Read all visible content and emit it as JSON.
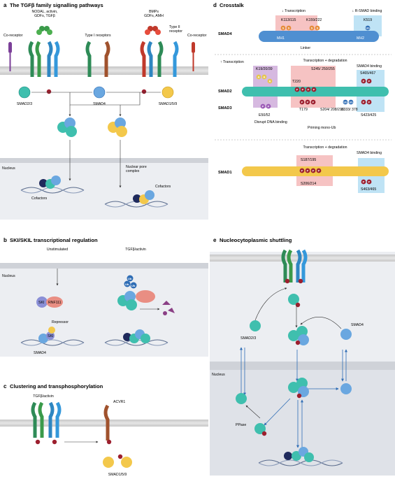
{
  "panel_a": {
    "letter": "a",
    "title": "The TGFβ family signalling pathways",
    "ligands_left": "NODAL, activin, GDFs, TGFβ",
    "ligands_right": "BMPs GDFs, AMH",
    "coreceptor": "Co-receptor",
    "type1": "Type I receptors",
    "type2": "Type II receptor",
    "smad23": "SMAD2/3",
    "smad4": "SMAD4",
    "smad159": "SMAD1/5/9",
    "nucleus": "Nucleus",
    "npc": "Nuclear pore complex",
    "cofactors": "Cofactors",
    "p": "P"
  },
  "panel_b": {
    "letter": "b",
    "title": "SKI/SKIL transcriptional regulation",
    "unstimulated": "Unstimulated",
    "tgfb": "TGFβ/activin",
    "nucleus": "Nucleus",
    "ski": "SKI",
    "rnf111": "RNF111",
    "repressor": "Repressor",
    "smad4": "SMAD4",
    "ub": "Ub"
  },
  "panel_c": {
    "letter": "c",
    "title": "Clustering and transphosphorylation",
    "tgfb": "TGFβ/activin",
    "acvr1": "ACVR1",
    "smad159": "SMAD1/5/9"
  },
  "panel_d": {
    "letter": "d",
    "title": "Crosstalk",
    "arrow_transcription": "↓ Transcription",
    "arrow_rsmad": "↓ R-SMAD binding",
    "smad4": "SMAD4",
    "k113": "K113/115",
    "k159": "K159/222",
    "k519": "K519",
    "mh1": "MH1",
    "linker": "Linker",
    "mh2": "MH2",
    "up_transcription": "↑ Transcription",
    "trans_deg": "Transcription + degradation",
    "smad4_binding": "SMAD4 binding",
    "k19": "K19/20/39",
    "t220": "T220",
    "s245": "S245/ 250/255",
    "s465": "S465/467",
    "smad2": "SMAD2",
    "smad3": "SMAD3",
    "e50": "E50/52",
    "t179": "T179",
    "s204": "S204/ 208/213",
    "k333": "K333/ 378",
    "s423": "S423/425",
    "disrupt": "Disrupt DNA binding",
    "priming": "Priming mono-Ub",
    "smad1": "SMAD1",
    "s187": "S187/195",
    "s206": "S206/214",
    "s463": "S463/465",
    "ub": "Ub",
    "a": "A",
    "s": "S",
    "p": "P"
  },
  "panel_e": {
    "letter": "e",
    "title": "Nucleocytoplasmic shuttling",
    "smad23": "SMAD2/3",
    "smad4": "SMAD4",
    "nucleus": "Nucleus",
    "ppase": "PPase"
  },
  "colors": {
    "membrane": "#d4d4d4",
    "nucleus_bg": "#eceef2",
    "smad23": "#3fbfae",
    "smad4": "#6aa7e0",
    "smad159": "#f3c84b",
    "phospho": "#9c1f2e",
    "ubiquitin": "#2f6db5",
    "ski": "#8a8fd6",
    "rnf111": "#e98e83",
    "sumo": "#e58c3a",
    "acetyl": "#e6c64f",
    "pink_box": "#f6c3c3",
    "blue_box": "#bfe3f5",
    "purple_box": "#d6b9e0"
  }
}
